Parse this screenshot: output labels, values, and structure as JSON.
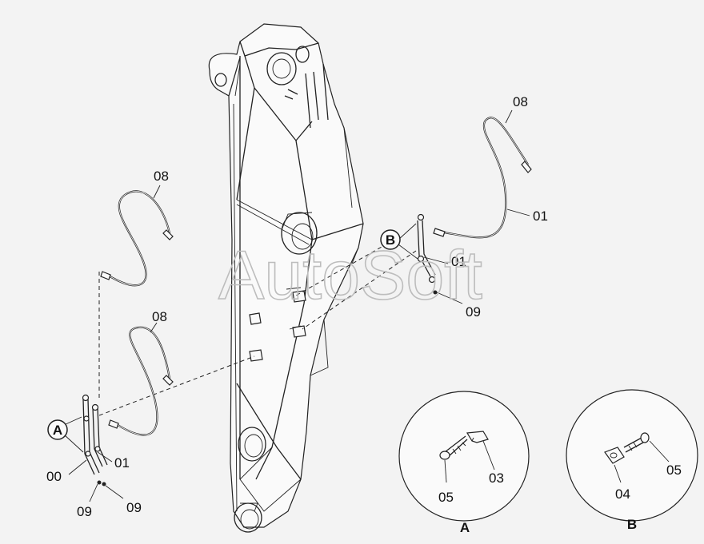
{
  "labels": {
    "hose_top_right": "08",
    "hose_upper_left": "08",
    "hose_lower_left": "08",
    "part_01_right": "01",
    "part_01_b": "01",
    "part_09_right": "09",
    "part_01_left": "01",
    "part_00_left": "00",
    "part_09_left_a": "09",
    "part_09_left_b": "09",
    "detail_a_03": "03",
    "detail_a_05": "05",
    "detail_b_04": "04",
    "detail_b_05": "05"
  },
  "callouts": {
    "a": "A",
    "b": "B"
  },
  "detail_titles": {
    "a": "A",
    "b": "B"
  },
  "watermark": "AutoSoft"
}
